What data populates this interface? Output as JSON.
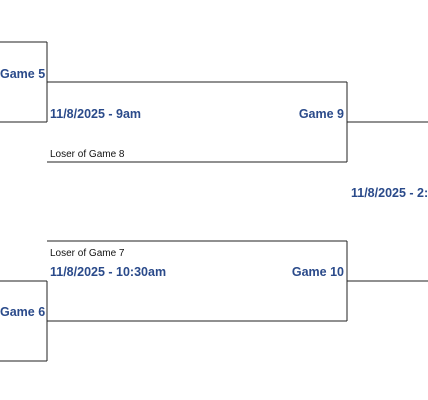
{
  "colors": {
    "accent_text": "#2a4a8a",
    "line": "#222222",
    "plain_text": "#111111"
  },
  "games": {
    "game5": {
      "label": "Game 5"
    },
    "game6": {
      "label": "Game 6"
    },
    "game9": {
      "label": "Game 9",
      "time": "11/8/2025 - 9am",
      "note": "Loser of Game 8"
    },
    "game10": {
      "label": "Game 10",
      "time": "11/8/2025 - 10:30am",
      "note": "Loser of Game 7"
    },
    "next": {
      "time": "11/8/2025 - 2:"
    }
  }
}
